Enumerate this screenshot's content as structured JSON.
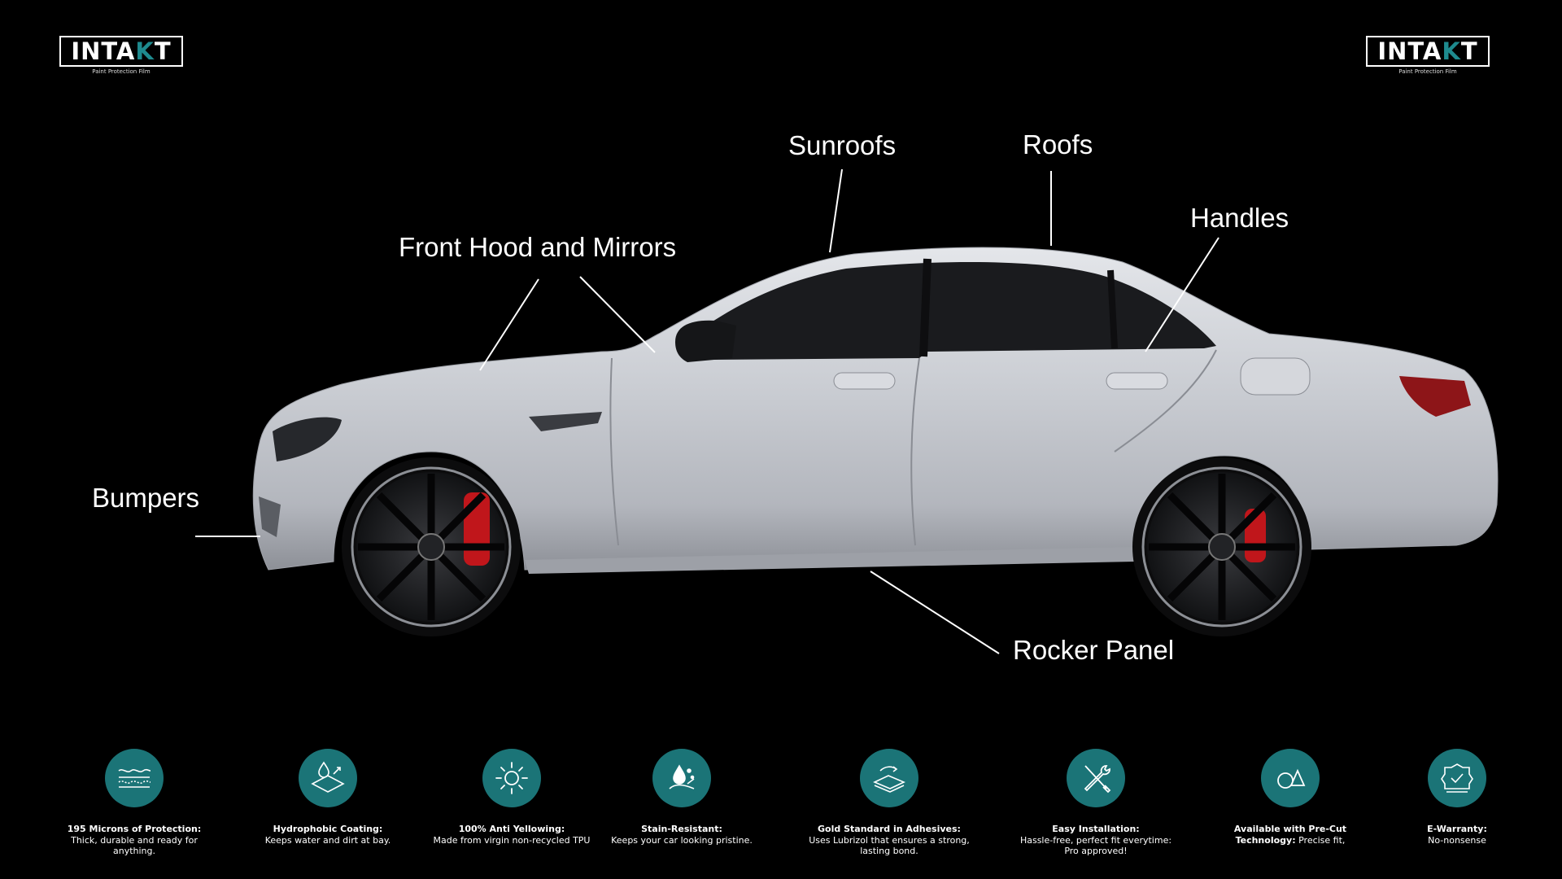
{
  "brand": {
    "logo_prefix": "INTA",
    "logo_accent": "K",
    "logo_suffix": "T",
    "tagline": "Paint Protection Film"
  },
  "callouts": {
    "sunroofs": "Sunroofs",
    "roofs": "Roofs",
    "handles": "Handles",
    "front_hood": "Front Hood and Mirrors",
    "bumpers": "Bumpers",
    "rocker_panel": "Rocker Panel"
  },
  "features": [
    {
      "icon": "waves-icon",
      "bold": "195 Microns of Protection:",
      "text": "Thick, durable and ready for anything."
    },
    {
      "icon": "water-drop-layer-icon",
      "bold": "Hydrophobic Coating:",
      "text": "Keeps water and dirt at bay."
    },
    {
      "icon": "sun-icon",
      "bold": "100% Anti Yellowing:",
      "text": "Made from virgin non-recycled TPU"
    },
    {
      "icon": "stain-drop-icon",
      "bold": "Stain-Resistant:",
      "text": "Keeps your car looking pristine."
    },
    {
      "icon": "adhesive-layer-icon",
      "bold": "Gold Standard in Adhesives:",
      "text": "Uses Lubrizol that ensures a strong, lasting bond."
    },
    {
      "icon": "tools-icon",
      "bold": "Easy Installation:",
      "text": "Hassle-free, perfect fit everytime: Pro approved!"
    },
    {
      "icon": "shapes-icon",
      "bold": "Available with Pre-Cut Technology:",
      "text": "Precise fit,"
    },
    {
      "icon": "warranty-icon",
      "bold": "E-Warranty:",
      "text": "No-nonsense"
    }
  ],
  "colors": {
    "accent": "#1b7477",
    "background": "#000000",
    "brake_caliper": "#c0161b"
  }
}
